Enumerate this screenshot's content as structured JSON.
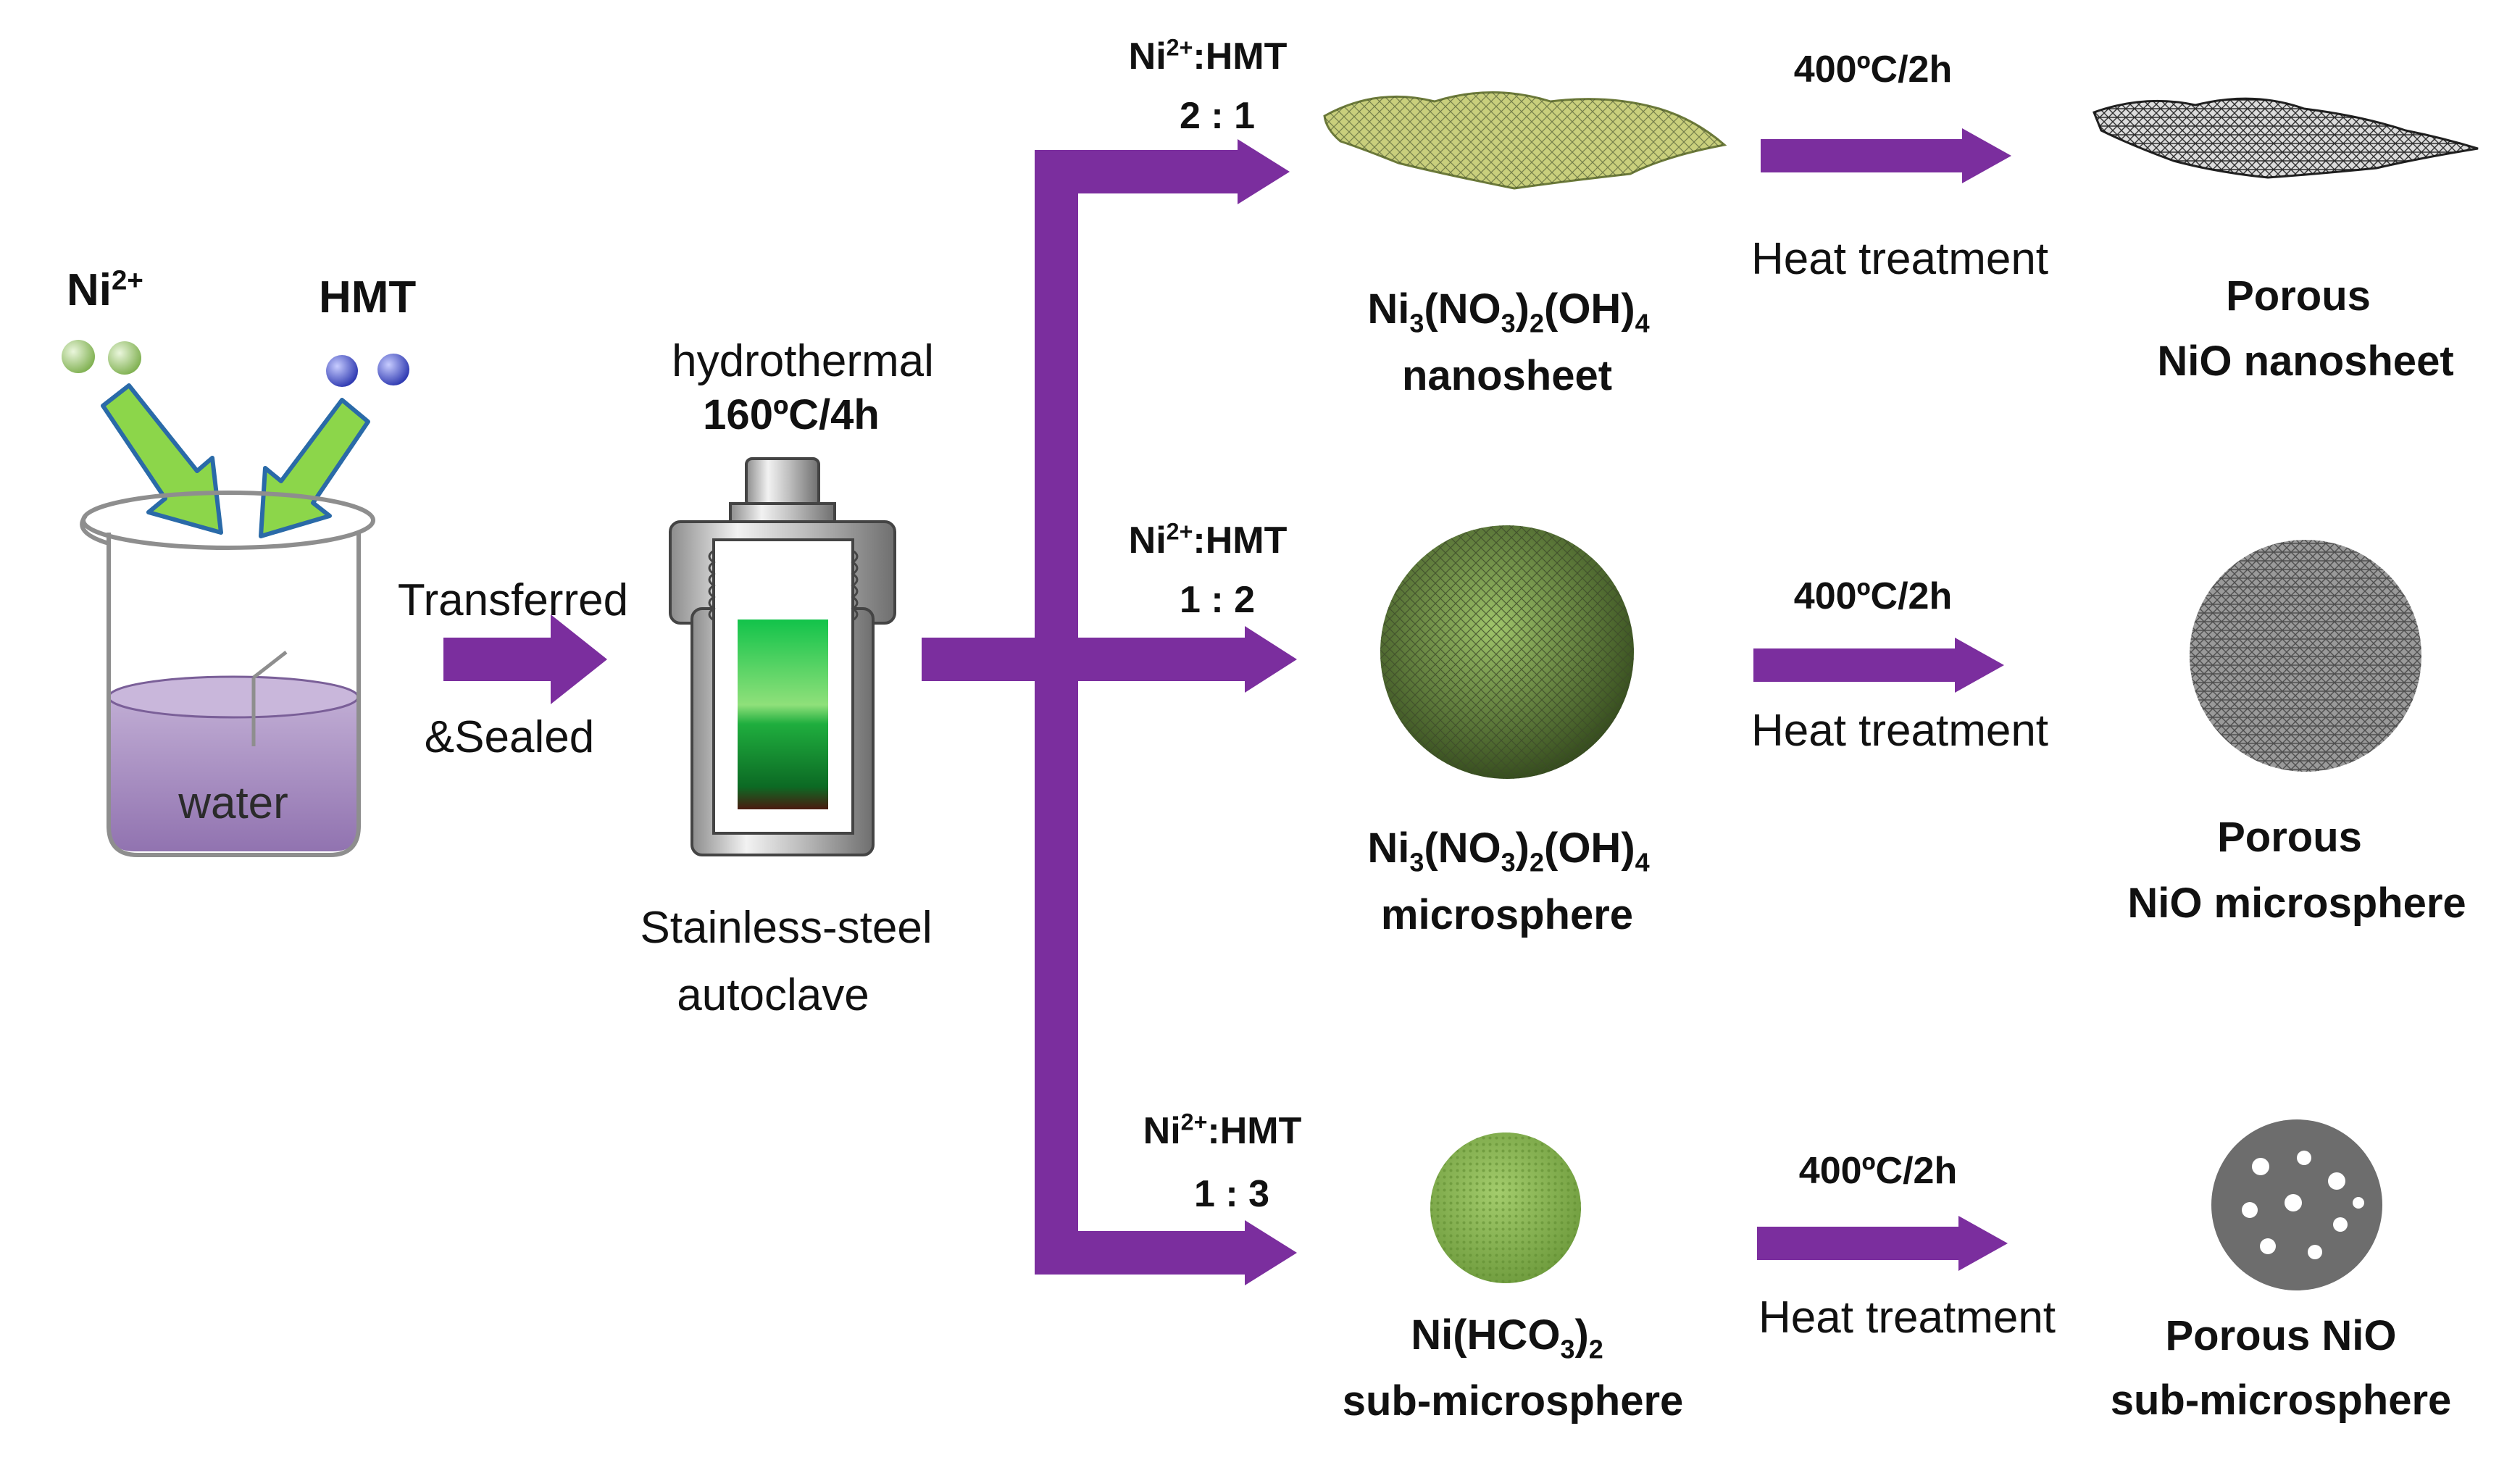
{
  "colors": {
    "arrow": "#7B2E9E",
    "ni_ion": "#9cc96e",
    "hmt": "#3b47c9",
    "input_arrow_fill": "#8cd64a",
    "input_arrow_stroke": "#2a6aa8",
    "solution": "#a58ac0",
    "autoclave_liquid": "#1fb84a",
    "nanosheet_precursor": "#b9c46a",
    "microsphere_precursor": "#6a8f3a",
    "submicro_precursor": "#86b450",
    "nio_product": "#777777"
  },
  "inputs": {
    "ni": {
      "base": "Ni",
      "sup": "2+"
    },
    "hmt": "HMT"
  },
  "beaker": {
    "label": "water"
  },
  "transfer": {
    "line1": "Transferred",
    "line2": "&Sealed"
  },
  "autoclave": {
    "process_label": "hydrothermal",
    "process_condition": "160ºC/4h",
    "caption_line1": "Stainless-steel",
    "caption_line2": "autoclave"
  },
  "branches": [
    {
      "ratio_label": {
        "ni": "Ni",
        "sup": "2+",
        "rest": ":HMT"
      },
      "ratio": "2 : 1",
      "precursor": {
        "parts": [
          {
            "t": "Ni"
          },
          {
            "sub": "3"
          },
          {
            "t": "(NO"
          },
          {
            "sub": "3"
          },
          {
            "t": ")"
          },
          {
            "sub": "2"
          },
          {
            "t": "(OH)"
          },
          {
            "sub": "4"
          }
        ],
        "morphology": "nanosheet"
      },
      "treatment_condition": "400ºC/2h",
      "treatment_label": "Heat treatment",
      "product_line1": "Porous",
      "product_line2": "NiO nanosheet"
    },
    {
      "ratio_label": {
        "ni": "Ni",
        "sup": "2+",
        "rest": ":HMT"
      },
      "ratio": "1 : 2",
      "precursor": {
        "parts": [
          {
            "t": "Ni"
          },
          {
            "sub": "3"
          },
          {
            "t": "(NO"
          },
          {
            "sub": "3"
          },
          {
            "t": ")"
          },
          {
            "sub": "2"
          },
          {
            "t": "(OH)"
          },
          {
            "sub": "4"
          }
        ],
        "morphology": "microsphere"
      },
      "treatment_condition": "400ºC/2h",
      "treatment_label": "Heat treatment",
      "product_line1": "Porous",
      "product_line2": "NiO microsphere"
    },
    {
      "ratio_label": {
        "ni": "Ni",
        "sup": "2+",
        "rest": ":HMT"
      },
      "ratio": "1 : 3",
      "precursor": {
        "parts": [
          {
            "t": "Ni(HCO"
          },
          {
            "sub": "3"
          },
          {
            "t": ")"
          },
          {
            "sub": "2"
          }
        ],
        "morphology": "sub-microsphere"
      },
      "treatment_condition": "400ºC/2h",
      "treatment_label": "Heat treatment",
      "product_line1": "Porous NiO",
      "product_line2": "sub-microsphere"
    }
  ]
}
